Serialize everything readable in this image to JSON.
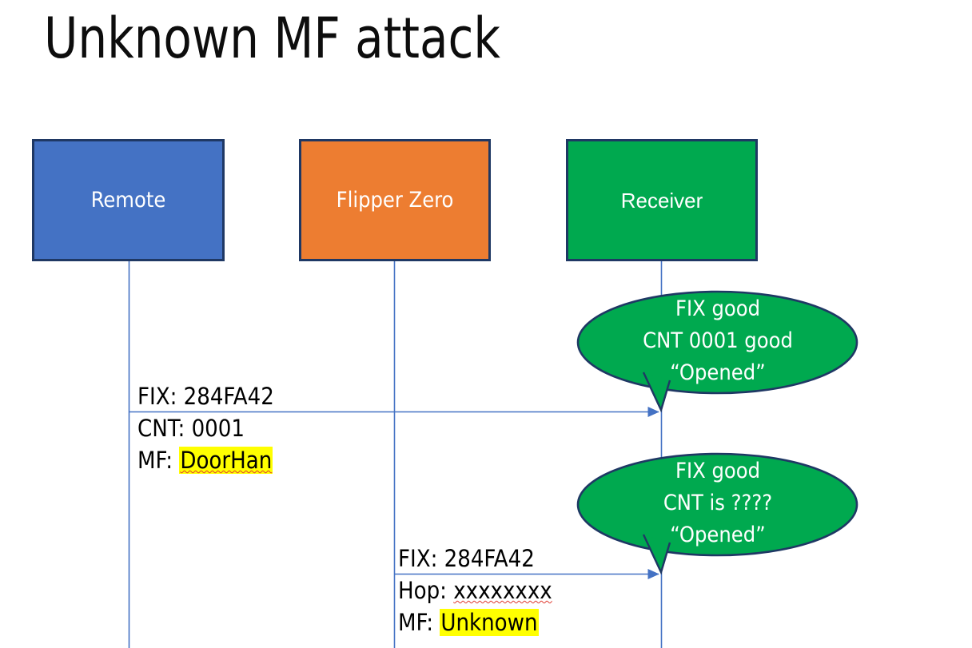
{
  "slide": {
    "title": "Unknown MF attack",
    "background": "#ffffff"
  },
  "colors": {
    "remote_box": "#4472C4",
    "flipper_box": "#ED7D31",
    "receiver_box": "#00A94F",
    "box_border": "#1F3864",
    "lifeline": "#4472C4",
    "arrow": "#4472C4",
    "callout_fill": "#00A94F",
    "callout_border": "#1F3864",
    "highlight": "#FFFF00",
    "spellcheck_underline": "#E03A2F",
    "text_dark": "#000000",
    "text_light": "#ffffff"
  },
  "actors": [
    {
      "id": "remote",
      "label": "Remote"
    },
    {
      "id": "flipper",
      "label": "Flipper Zero"
    },
    {
      "id": "receiver",
      "label": "Receiver"
    }
  ],
  "messages": [
    {
      "id": "msg-1",
      "from": "remote",
      "to": "receiver",
      "above_line": "FIX: 284FA42",
      "below_lines": [
        {
          "prefix": "CNT: ",
          "value": "0001",
          "highlight": false,
          "spellcheck": false
        },
        {
          "prefix": "MF: ",
          "value": "DoorHan",
          "highlight": true,
          "spellcheck": true
        }
      ]
    },
    {
      "id": "msg-2",
      "from": "flipper",
      "to": "receiver",
      "above_line": "FIX: 284FA42",
      "below_lines": [
        {
          "prefix": "Hop: ",
          "value": "xxxxxxxx",
          "highlight": false,
          "spellcheck": true
        },
        {
          "prefix": "MF: ",
          "value": "Unknown",
          "highlight": true,
          "spellcheck": false
        }
      ]
    }
  ],
  "callouts": [
    {
      "id": "callout-1",
      "attached_to": "receiver",
      "lines": [
        "FIX good",
        "CNT 0001 good",
        "“Opened”"
      ]
    },
    {
      "id": "callout-2",
      "attached_to": "receiver",
      "lines": [
        "FIX good",
        "CNT is ????",
        "“Opened”"
      ]
    }
  ]
}
